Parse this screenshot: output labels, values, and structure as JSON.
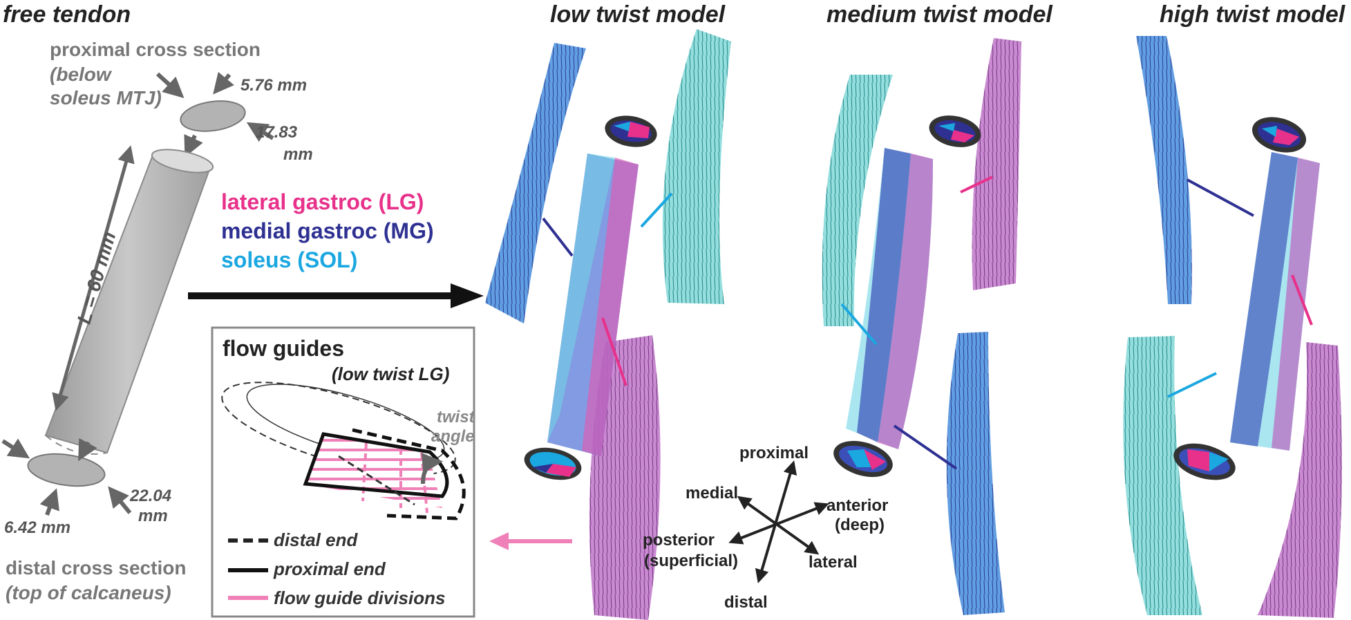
{
  "free_tendon": {
    "title": "free tendon",
    "proximal_label_line1": "proximal cross section",
    "proximal_label_line2": "(below",
    "proximal_label_line3": "soleus MTJ)",
    "proximal_minor": "5.76 mm",
    "proximal_major_line1": "17.83",
    "proximal_major_line2": "mm",
    "length": "L = 60 mm",
    "distal_major_line1": "22.04",
    "distal_major_line2": "mm",
    "distal_minor": "6.42 mm",
    "distal_label_line1": "distal cross section",
    "distal_label_line2": "(top of calcaneus)"
  },
  "legend": {
    "lg": "lateral gastroc (LG)",
    "mg": "medial gastroc (MG)",
    "sol": "soleus (SOL)"
  },
  "flow_guides": {
    "title": "flow guides",
    "subtitle": "(low twist LG)",
    "twist_line1": "twist",
    "twist_line2": "angle",
    "distal_end": "distal end",
    "proximal_end": "proximal end",
    "divisions": "flow guide divisions"
  },
  "models": {
    "low": "low twist model",
    "medium": "medium twist model",
    "high": "high twist model"
  },
  "axes": {
    "proximal": "proximal",
    "medial": "medial",
    "anterior_line1": "anterior",
    "anterior_line2": "(deep)",
    "posterior_line1": "posterior",
    "posterior_line2": "(superficial)",
    "lateral": "lateral",
    "distal": "distal"
  },
  "colors": {
    "lg": "#e8318a",
    "mg": "#2e3192",
    "sol": "#1ba7e0",
    "tendon_grey": "#b3b3b3",
    "sol_fill": "#7fd3d8",
    "mg_fill": "#3b6fd1",
    "lg_fill": "#b050b8"
  }
}
